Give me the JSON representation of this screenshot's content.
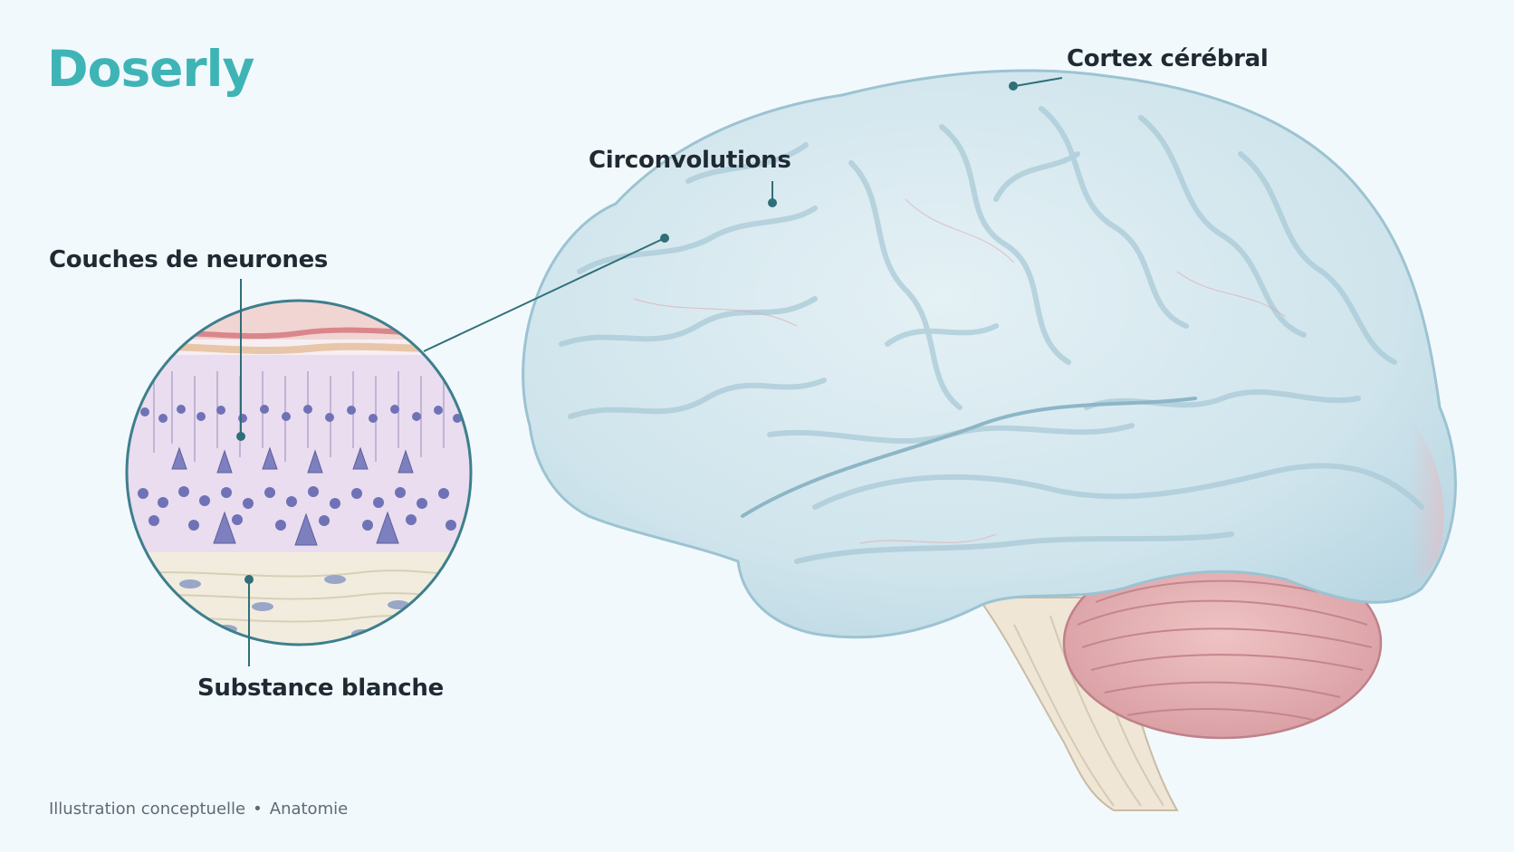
{
  "brand": {
    "name": "Doserly",
    "color": "#3fb4b7"
  },
  "labels": {
    "cortex": "Cortex cérébral",
    "circonvolutions": "Circonvolutions",
    "couches": "Couches de neurones",
    "substance": "Substance blanche"
  },
  "caption": {
    "left": "Illustration conceptuelle",
    "separator": "•",
    "right": "Anatomie"
  },
  "colors": {
    "background": "#f2f9fc",
    "cortex": "#cfe6ee",
    "cerebellum": "#e7b2b4",
    "brainstem": "#efe6d6",
    "neurons": "#7d7fbf",
    "leader": "#2f6f78"
  }
}
